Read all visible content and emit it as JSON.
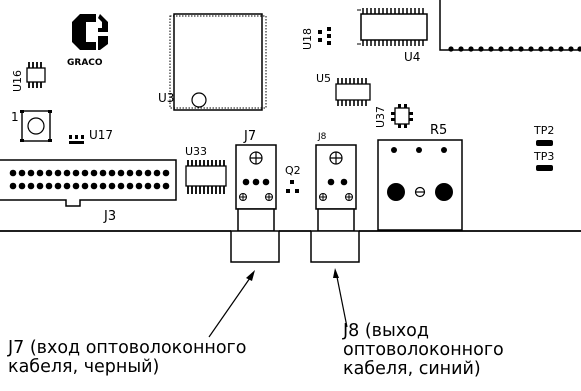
{
  "brand": {
    "logo_text": "GRACO"
  },
  "components": {
    "u18": "U18",
    "u4": "U4",
    "u16": "U16",
    "u3": "U3",
    "u5": "U5",
    "u37": "U37",
    "r5": "R5",
    "tp2": "TP2",
    "tp3": "TP3",
    "u17": "U17",
    "u33": "U33",
    "j7": "J7",
    "j8": "J8",
    "q2": "Q2",
    "j3": "J3",
    "pin_one": "1"
  },
  "callouts": {
    "j7": {
      "line1": "J7 (вход оптоволоконного",
      "line2": "кабеля, черный)"
    },
    "j8": {
      "line1": "J8 (выход",
      "line2": "оптоволоконного",
      "line3": "кабеля, синий)"
    }
  },
  "colors": {
    "ink": "#000000",
    "background": "#ffffff"
  }
}
